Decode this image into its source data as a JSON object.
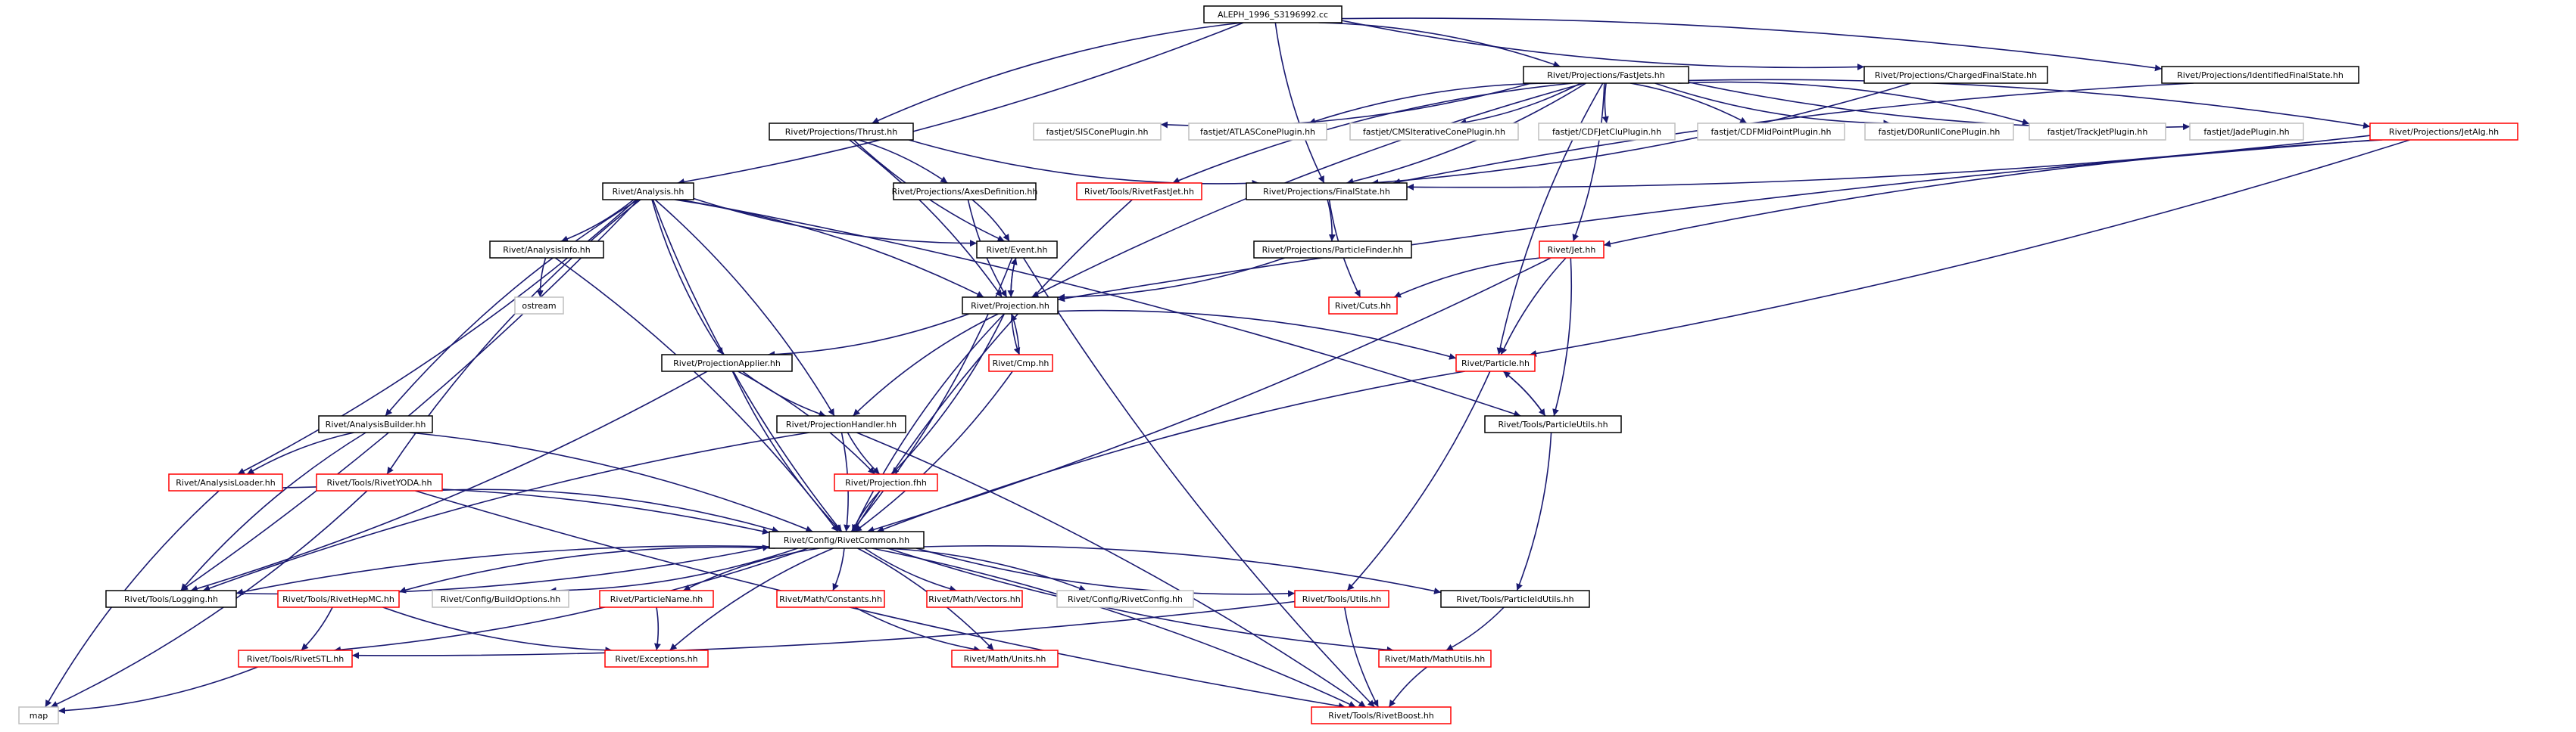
{
  "graph": {
    "colors": {
      "edge": "#191970",
      "root_fill": "#bfbfbf",
      "border_black": "#000000",
      "border_red": "#ff0000",
      "border_grey": "#bfbfbf"
    },
    "nodes": [
      {
        "id": "root",
        "label": "ALEPH_1996_S3196992.cc",
        "style": "root"
      },
      {
        "id": "fastjets",
        "label": "Rivet/Projections/FastJets.hh",
        "style": "black"
      },
      {
        "id": "cfs",
        "label": "Rivet/Projections/ChargedFinalState.hh",
        "style": "black"
      },
      {
        "id": "ifs",
        "label": "Rivet/Projections/IdentifiedFinalState.hh",
        "style": "black"
      },
      {
        "id": "thrust",
        "label": "Rivet/Projections/Thrust.hh",
        "style": "black"
      },
      {
        "id": "sis",
        "label": "fastjet/SISConePlugin.hh",
        "style": "grey"
      },
      {
        "id": "atlascone",
        "label": "fastjet/ATLASConePlugin.hh",
        "style": "grey"
      },
      {
        "id": "cmscone",
        "label": "fastjet/CMSIterativeConePlugin.hh",
        "style": "grey"
      },
      {
        "id": "cdfjet",
        "label": "fastjet/CDFJetCluPlugin.hh",
        "style": "grey"
      },
      {
        "id": "cdfmid",
        "label": "fastjet/CDFMidPointPlugin.hh",
        "style": "grey"
      },
      {
        "id": "d0run",
        "label": "fastjet/D0RunIIConePlugin.hh",
        "style": "grey"
      },
      {
        "id": "trackjet",
        "label": "fastjet/TrackJetPlugin.hh",
        "style": "grey"
      },
      {
        "id": "jade",
        "label": "fastjet/JadePlugin.hh",
        "style": "grey"
      },
      {
        "id": "jetalg",
        "label": "Rivet/Projections/JetAlg.hh",
        "style": "red"
      },
      {
        "id": "analysis",
        "label": "Rivet/Analysis.hh",
        "style": "black"
      },
      {
        "id": "axes",
        "label": "Rivet/Projections/AxesDefinition.hh",
        "style": "black"
      },
      {
        "id": "fastjetfj",
        "label": "Rivet/Tools/RivetFastJet.hh",
        "style": "red"
      },
      {
        "id": "finalstate",
        "label": "Rivet/Projections/FinalState.hh",
        "style": "black"
      },
      {
        "id": "analysisinfo",
        "label": "Rivet/AnalysisInfo.hh",
        "style": "black"
      },
      {
        "id": "event",
        "label": "Rivet/Event.hh",
        "style": "black"
      },
      {
        "id": "pfinder",
        "label": "Rivet/Projections/ParticleFinder.hh",
        "style": "black"
      },
      {
        "id": "jet",
        "label": "Rivet/Jet.hh",
        "style": "red"
      },
      {
        "id": "ostream",
        "label": "ostream",
        "style": "grey"
      },
      {
        "id": "projection",
        "label": "Rivet/Projection.hh",
        "style": "black"
      },
      {
        "id": "cuts",
        "label": "Rivet/Cuts.hh",
        "style": "red"
      },
      {
        "id": "papplier",
        "label": "Rivet/ProjectionApplier.hh",
        "style": "black"
      },
      {
        "id": "cmp",
        "label": "Rivet/Cmp.hh",
        "style": "red"
      },
      {
        "id": "particle",
        "label": "Rivet/Particle.hh",
        "style": "red"
      },
      {
        "id": "abuilder",
        "label": "Rivet/AnalysisBuilder.hh",
        "style": "black"
      },
      {
        "id": "phandler",
        "label": "Rivet/ProjectionHandler.hh",
        "style": "black"
      },
      {
        "id": "putils",
        "label": "Rivet/Tools/ParticleUtils.hh",
        "style": "black"
      },
      {
        "id": "aloader",
        "label": "Rivet/AnalysisLoader.hh",
        "style": "red"
      },
      {
        "id": "yoda",
        "label": "Rivet/Tools/RivetYODA.hh",
        "style": "red"
      },
      {
        "id": "projfhh",
        "label": "Rivet/Projection.fhh",
        "style": "red"
      },
      {
        "id": "rivetcommon",
        "label": "Rivet/Config/RivetCommon.hh",
        "style": "black"
      },
      {
        "id": "logging",
        "label": "Rivet/Tools/Logging.hh",
        "style": "black"
      },
      {
        "id": "buildopts",
        "label": "Rivet/Config/BuildOptions.hh",
        "style": "grey"
      },
      {
        "id": "pname",
        "label": "Rivet/ParticleName.hh",
        "style": "red"
      },
      {
        "id": "mconst",
        "label": "Rivet/Math/Constants.hh",
        "style": "red"
      },
      {
        "id": "mvec",
        "label": "Rivet/Math/Vectors.hh",
        "style": "red"
      },
      {
        "id": "rconfig",
        "label": "Rivet/Config/RivetConfig.hh",
        "style": "grey"
      },
      {
        "id": "tutils",
        "label": "Rivet/Tools/Utils.hh",
        "style": "red"
      },
      {
        "id": "pidutils",
        "label": "Rivet/Tools/ParticleIdUtils.hh",
        "style": "black"
      },
      {
        "id": "hepmc",
        "label": "Rivet/Tools/RivetHepMC.hh",
        "style": "red"
      },
      {
        "id": "rivetstl",
        "label": "Rivet/Tools/RivetSTL.hh",
        "style": "red"
      },
      {
        "id": "exceptions",
        "label": "Rivet/Exceptions.hh",
        "style": "red"
      },
      {
        "id": "munits",
        "label": "Rivet/Math/Units.hh",
        "style": "red"
      },
      {
        "id": "mutils",
        "label": "Rivet/Math/MathUtils.hh",
        "style": "red"
      },
      {
        "id": "map",
        "label": "map",
        "style": "grey"
      },
      {
        "id": "rboost",
        "label": "Rivet/Tools/RivetBoost.hh",
        "style": "red"
      }
    ],
    "edges": [
      [
        "root",
        "fastjets"
      ],
      [
        "root",
        "cfs"
      ],
      [
        "root",
        "ifs"
      ],
      [
        "root",
        "thrust"
      ],
      [
        "root",
        "analysis"
      ],
      [
        "root",
        "finalstate"
      ],
      [
        "fastjets",
        "sis"
      ],
      [
        "fastjets",
        "atlascone"
      ],
      [
        "fastjets",
        "cmscone"
      ],
      [
        "fastjets",
        "cdfjet"
      ],
      [
        "fastjets",
        "cdfmid"
      ],
      [
        "fastjets",
        "d0run"
      ],
      [
        "fastjets",
        "trackjet"
      ],
      [
        "fastjets",
        "jade"
      ],
      [
        "fastjets",
        "jetalg"
      ],
      [
        "fastjets",
        "fastjetfj"
      ],
      [
        "fastjets",
        "finalstate"
      ],
      [
        "fastjets",
        "projection"
      ],
      [
        "fastjets",
        "jet"
      ],
      [
        "fastjets",
        "particle"
      ],
      [
        "cfs",
        "finalstate"
      ],
      [
        "ifs",
        "finalstate"
      ],
      [
        "jetalg",
        "finalstate"
      ],
      [
        "jetalg",
        "jet"
      ],
      [
        "jetalg",
        "particle"
      ],
      [
        "jetalg",
        "projection"
      ],
      [
        "thrust",
        "axes"
      ],
      [
        "thrust",
        "event"
      ],
      [
        "thrust",
        "projection"
      ],
      [
        "thrust",
        "finalstate"
      ],
      [
        "axes",
        "event"
      ],
      [
        "axes",
        "projection"
      ],
      [
        "analysis",
        "analysisinfo"
      ],
      [
        "analysis",
        "event"
      ],
      [
        "analysis",
        "projection"
      ],
      [
        "analysis",
        "papplier"
      ],
      [
        "analysis",
        "phandler"
      ],
      [
        "analysis",
        "abuilder"
      ],
      [
        "analysis",
        "aloader"
      ],
      [
        "analysis",
        "yoda"
      ],
      [
        "analysis",
        "logging"
      ],
      [
        "analysis",
        "rivetcommon"
      ],
      [
        "analysis",
        "putils"
      ],
      [
        "analysisinfo",
        "ostream"
      ],
      [
        "analysisinfo",
        "rivetcommon"
      ],
      [
        "fastjetfj",
        "rivetcommon"
      ],
      [
        "finalstate",
        "pfinder"
      ],
      [
        "finalstate",
        "cuts"
      ],
      [
        "pfinder",
        "projection"
      ],
      [
        "event",
        "projection"
      ],
      [
        "event",
        "rivetcommon"
      ],
      [
        "event",
        "rboost"
      ],
      [
        "projection",
        "event"
      ],
      [
        "projection",
        "cmp"
      ],
      [
        "projection",
        "papplier"
      ],
      [
        "projection",
        "phandler"
      ],
      [
        "projection",
        "projfhh"
      ],
      [
        "projection",
        "rivetcommon"
      ],
      [
        "projection",
        "particle"
      ],
      [
        "cmp",
        "projection"
      ],
      [
        "cmp",
        "rivetcommon"
      ],
      [
        "jet",
        "particle"
      ],
      [
        "jet",
        "putils"
      ],
      [
        "jet",
        "cuts"
      ],
      [
        "jet",
        "rivetcommon"
      ],
      [
        "papplier",
        "phandler"
      ],
      [
        "papplier",
        "projfhh"
      ],
      [
        "papplier",
        "rivetcommon"
      ],
      [
        "papplier",
        "logging"
      ],
      [
        "phandler",
        "projfhh"
      ],
      [
        "phandler",
        "rivetcommon"
      ],
      [
        "phandler",
        "logging"
      ],
      [
        "phandler",
        "rboost"
      ],
      [
        "projfhh",
        "rivetcommon"
      ],
      [
        "particle",
        "putils"
      ],
      [
        "particle",
        "rivetcommon"
      ],
      [
        "particle",
        "tutils"
      ],
      [
        "putils",
        "particle"
      ],
      [
        "putils",
        "pidutils"
      ],
      [
        "abuilder",
        "aloader"
      ],
      [
        "abuilder",
        "rivetcommon"
      ],
      [
        "abuilder",
        "logging"
      ],
      [
        "aloader",
        "rivetcommon"
      ],
      [
        "aloader",
        "map"
      ],
      [
        "yoda",
        "rivetcommon"
      ],
      [
        "yoda",
        "rboost"
      ],
      [
        "yoda",
        "map"
      ],
      [
        "rivetcommon",
        "logging"
      ],
      [
        "rivetcommon",
        "buildopts"
      ],
      [
        "rivetcommon",
        "pname"
      ],
      [
        "rivetcommon",
        "mconst"
      ],
      [
        "rivetcommon",
        "mvec"
      ],
      [
        "rivetcommon",
        "rconfig"
      ],
      [
        "rivetcommon",
        "tutils"
      ],
      [
        "rivetcommon",
        "pidutils"
      ],
      [
        "rivetcommon",
        "hepmc"
      ],
      [
        "rivetcommon",
        "rivetstl"
      ],
      [
        "rivetcommon",
        "exceptions"
      ],
      [
        "rivetcommon",
        "munits"
      ],
      [
        "rivetcommon",
        "mutils"
      ],
      [
        "rivetcommon",
        "rboost"
      ],
      [
        "logging",
        "rivetcommon"
      ],
      [
        "pname",
        "exceptions"
      ],
      [
        "mconst",
        "munits"
      ],
      [
        "hepmc",
        "rivetstl"
      ],
      [
        "hepmc",
        "exceptions"
      ],
      [
        "tutils",
        "rivetstl"
      ],
      [
        "tutils",
        "rboost"
      ],
      [
        "pidutils",
        "mutils"
      ],
      [
        "mutils",
        "rboost"
      ],
      [
        "rivetstl",
        "map"
      ]
    ]
  }
}
